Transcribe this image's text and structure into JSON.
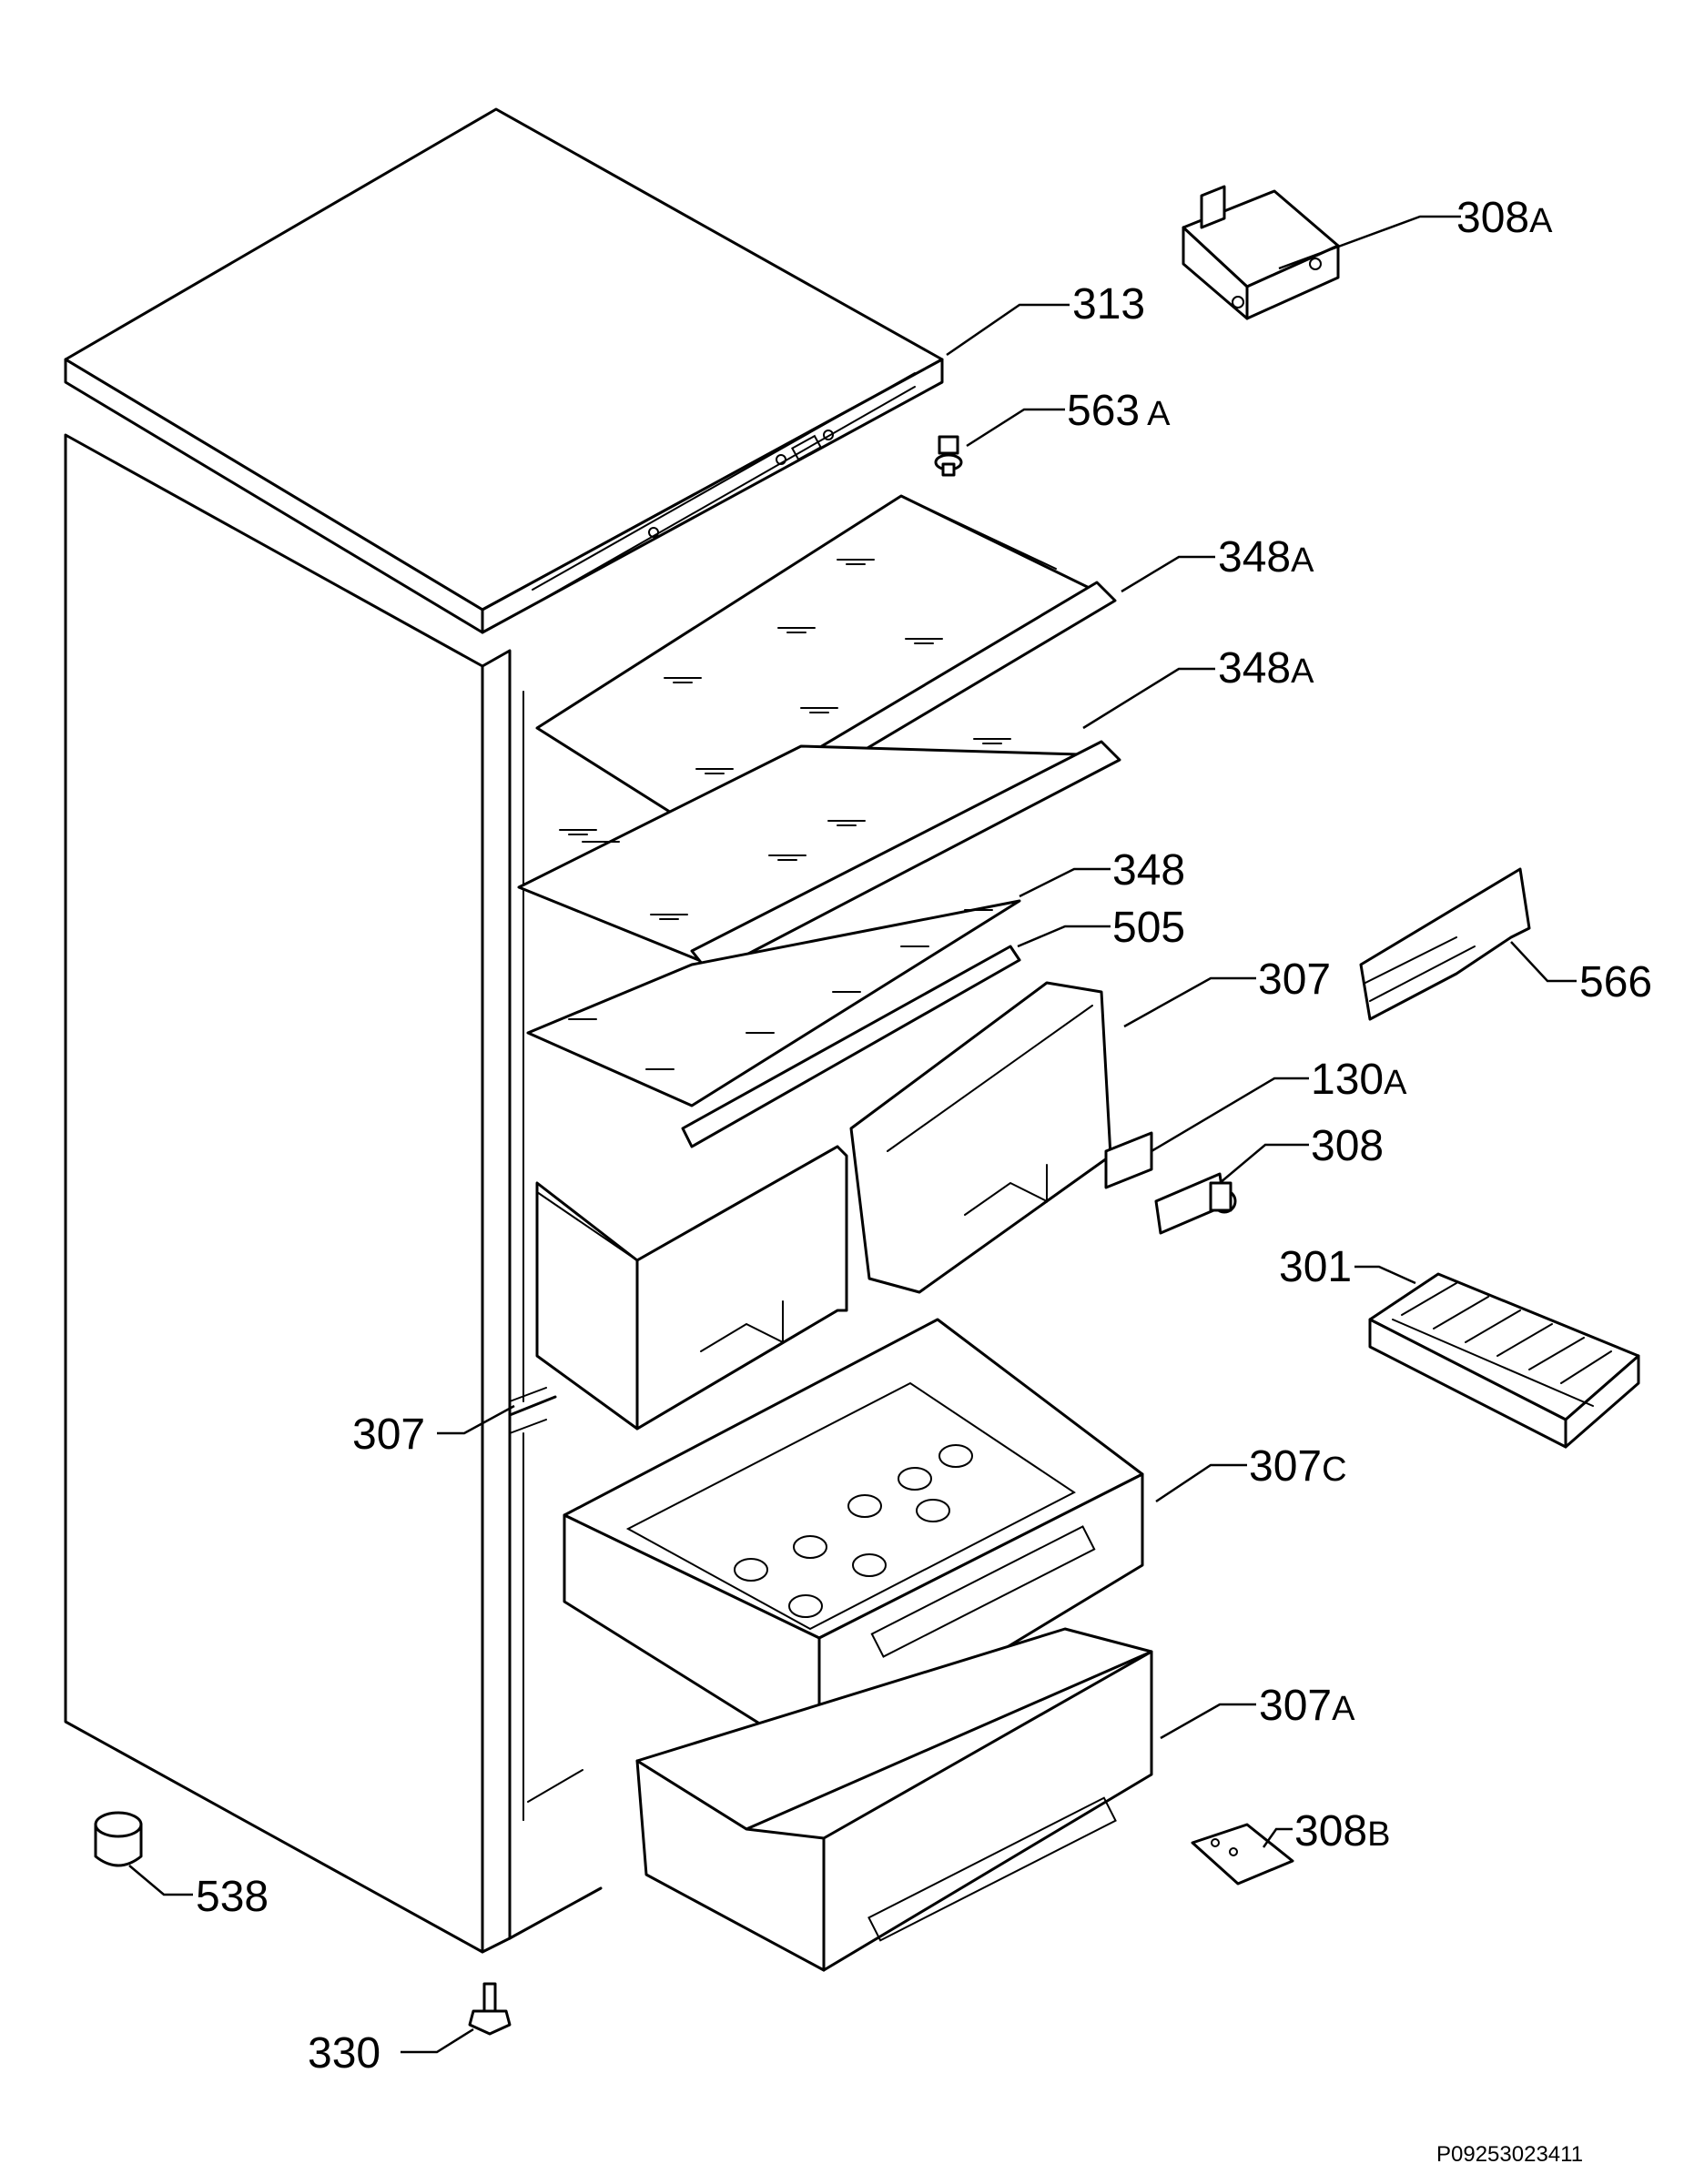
{
  "callouts": [
    {
      "id": "c308a",
      "number": "308",
      "suffix": "A"
    },
    {
      "id": "c313",
      "number": "313",
      "suffix": ""
    },
    {
      "id": "c563a",
      "number": "563",
      "suffix": "A"
    },
    {
      "id": "c348a1",
      "number": "348",
      "suffix": "A"
    },
    {
      "id": "c348a2",
      "number": "348",
      "suffix": "A"
    },
    {
      "id": "c348",
      "number": "348",
      "suffix": ""
    },
    {
      "id": "c505",
      "number": "505",
      "suffix": ""
    },
    {
      "id": "c307r",
      "number": "307",
      "suffix": ""
    },
    {
      "id": "c566",
      "number": "566",
      "suffix": ""
    },
    {
      "id": "c130a",
      "number": "130",
      "suffix": "A"
    },
    {
      "id": "c308",
      "number": "308",
      "suffix": ""
    },
    {
      "id": "c301",
      "number": "301",
      "suffix": ""
    },
    {
      "id": "c307l",
      "number": "307",
      "suffix": ""
    },
    {
      "id": "c307c",
      "number": "307",
      "suffix": "C"
    },
    {
      "id": "c307a",
      "number": "307",
      "suffix": "A"
    },
    {
      "id": "c308b",
      "number": "308",
      "suffix": "B"
    },
    {
      "id": "c538",
      "number": "538",
      "suffix": ""
    },
    {
      "id": "c330",
      "number": "330",
      "suffix": ""
    }
  ],
  "document_code": "P09253023411"
}
